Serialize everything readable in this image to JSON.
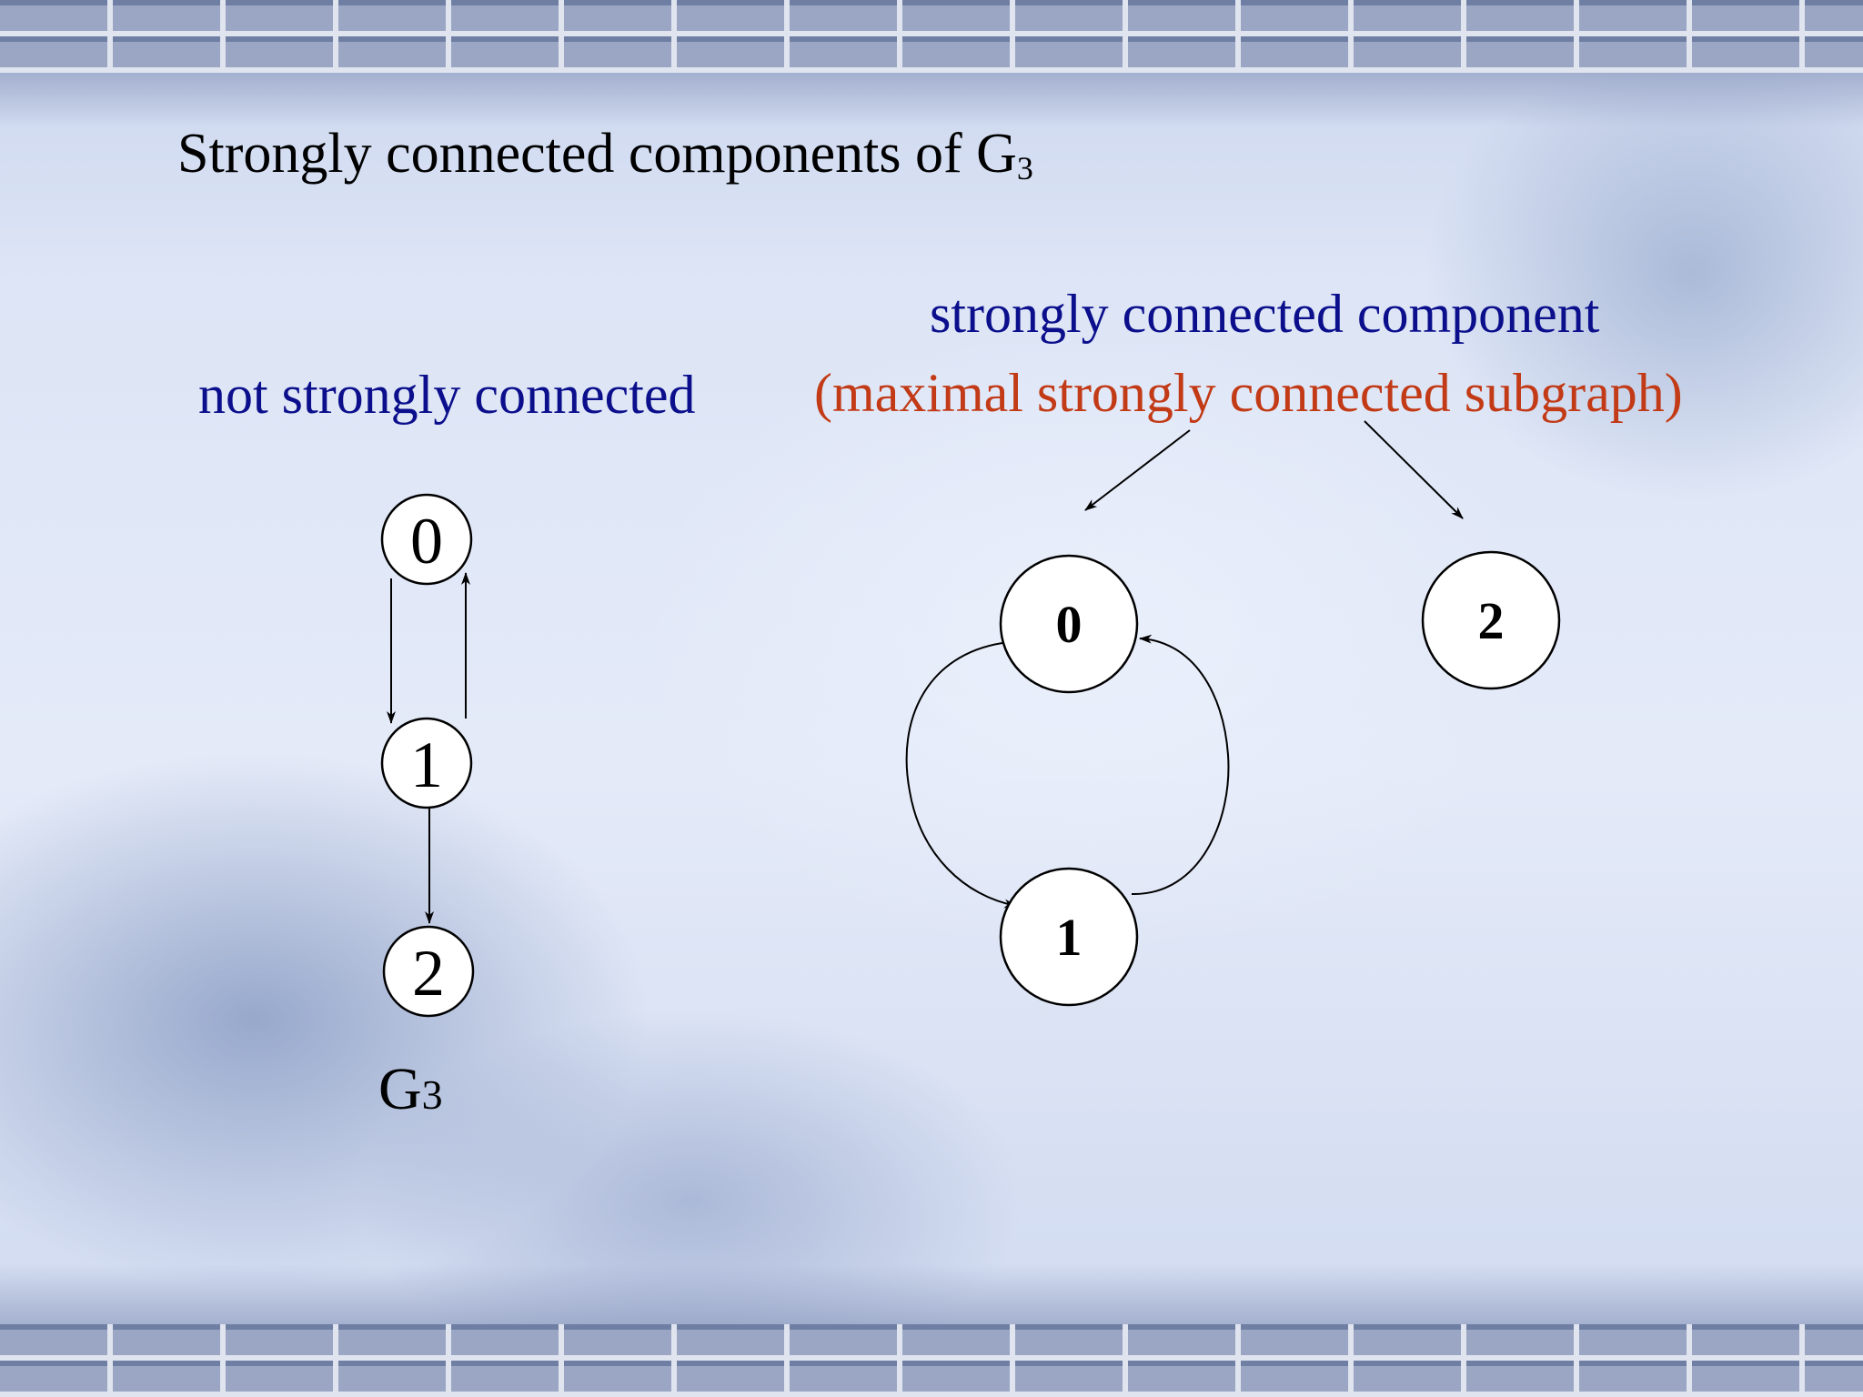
{
  "title": {
    "text": "Strongly connected components of G",
    "subscript": "3"
  },
  "left_label": "not strongly connected",
  "right_label_line1": "strongly connected component",
  "right_label_line2": "(maximal strongly connected subgraph)",
  "graph_caption": {
    "text": "G",
    "subscript": "3"
  },
  "colors": {
    "blue_text": "#0b0f8c",
    "red_text": "#c23a16"
  },
  "graph_g3": {
    "nodes": [
      "0",
      "1",
      "2"
    ],
    "edges": [
      [
        "0",
        "1"
      ],
      [
        "1",
        "0"
      ],
      [
        "1",
        "2"
      ]
    ]
  },
  "components": {
    "component_a": {
      "nodes": [
        "0",
        "1"
      ],
      "edges": [
        [
          "0",
          "1"
        ],
        [
          "1",
          "0"
        ]
      ]
    },
    "component_b": {
      "nodes": [
        "2"
      ]
    }
  }
}
